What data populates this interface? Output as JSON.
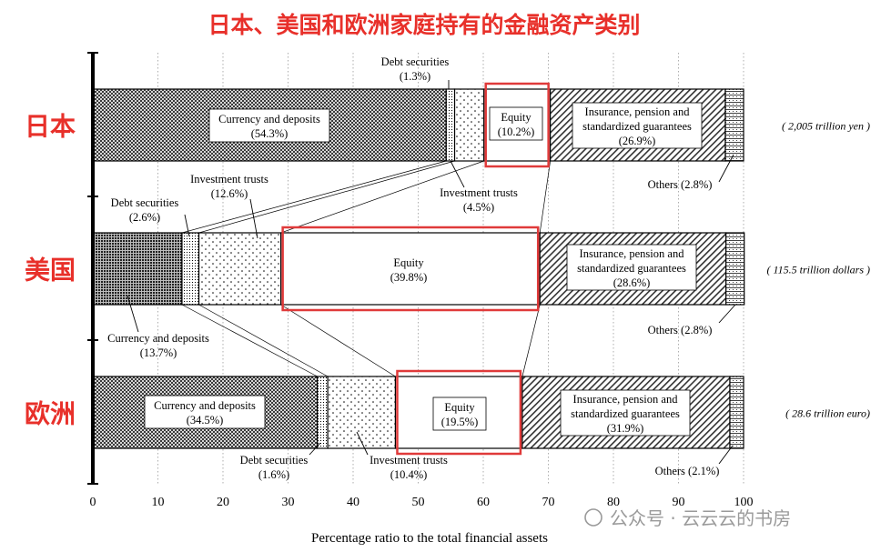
{
  "title": "日本、美国和欧洲家庭持有的金融资产类别",
  "xlabel": "Percentage ratio to the total financial assets",
  "watermark": "公众号 · 云云云的书房",
  "chart_data": {
    "type": "bar",
    "orientation": "horizontal-stacked-100",
    "title": "日本、美国和欧洲家庭持有的金融资产类别",
    "xlabel": "Percentage ratio to the total financial assets",
    "xlim": [
      0,
      100
    ],
    "xticks": [
      "0",
      "10",
      "20",
      "30",
      "40",
      "50",
      "60",
      "70",
      "80",
      "90",
      "100"
    ],
    "grid": true,
    "categories": [
      "日本",
      "美国",
      "欧洲"
    ],
    "totals": [
      "( 2,005 trillion yen )",
      "( 115.5 trillion dollars )",
      "( 28.6 trillion euro)"
    ],
    "segments_order": [
      "Currency and deposits",
      "Debt securities",
      "Investment trusts",
      "Equity",
      "Insurance, pension and standardized guarantees",
      "Others"
    ],
    "rows": [
      {
        "name": "日本",
        "segments": [
          {
            "name": "Currency and deposits",
            "value": 54.3,
            "line1": "Currency and deposits",
            "line2": "(54.3%)"
          },
          {
            "name": "Debt securities",
            "value": 1.3,
            "line1": "Debt securities",
            "line2": "(1.3%)"
          },
          {
            "name": "Investment trusts",
            "value": 4.5,
            "line1": "Investment trusts",
            "line2": "(4.5%)"
          },
          {
            "name": "Equity",
            "value": 10.2,
            "line1": "Equity",
            "line2": "(10.2%)"
          },
          {
            "name": "Insurance, pension and standardized guarantees",
            "value": 26.9,
            "line1": "Insurance, pension and",
            "line2": "standardized guarantees",
            "line3": "(26.9%)"
          },
          {
            "name": "Others",
            "value": 2.8,
            "line1": "Others (2.8%)"
          }
        ]
      },
      {
        "name": "美国",
        "segments": [
          {
            "name": "Currency and deposits",
            "value": 13.7,
            "line1": "Currency and deposits",
            "line2": "(13.7%)"
          },
          {
            "name": "Debt securities",
            "value": 2.6,
            "line1": "Debt securities",
            "line2": "(2.6%)"
          },
          {
            "name": "Investment trusts",
            "value": 12.6,
            "line1": "Investment trusts",
            "line2": "(12.6%)"
          },
          {
            "name": "Equity",
            "value": 39.8,
            "line1": "Equity",
            "line2": "(39.8%)"
          },
          {
            "name": "Insurance, pension and standardized guarantees",
            "value": 28.6,
            "line1": "Insurance, pension and",
            "line2": "standardized guarantees",
            "line3": "(28.6%)"
          },
          {
            "name": "Others",
            "value": 2.8,
            "line1": "Others (2.8%)"
          }
        ]
      },
      {
        "name": "欧洲",
        "segments": [
          {
            "name": "Currency and deposits",
            "value": 34.5,
            "line1": "Currency and deposits",
            "line2": "(34.5%)"
          },
          {
            "name": "Debt securities",
            "value": 1.6,
            "line1": "Debt securities",
            "line2": "(1.6%)"
          },
          {
            "name": "Investment trusts",
            "value": 10.4,
            "line1": "Investment trusts",
            "line2": "(10.4%)"
          },
          {
            "name": "Equity",
            "value": 19.5,
            "line1": "Equity",
            "line2": "(19.5%)"
          },
          {
            "name": "Insurance, pension and standardized guarantees",
            "value": 31.9,
            "line1": "Insurance, pension and",
            "line2": "standardized guarantees",
            "line3": "(31.9%)"
          },
          {
            "name": "Others",
            "value": 2.1,
            "line1": "Others (2.1%)"
          }
        ]
      }
    ],
    "highlighted_segment": "Equity",
    "colors": {
      "title": "#e8302a",
      "row_label": "#e8302a",
      "highlight_box": "#e03a3a",
      "bar_outline": "#000000",
      "grid": "#9a9a9a"
    }
  }
}
